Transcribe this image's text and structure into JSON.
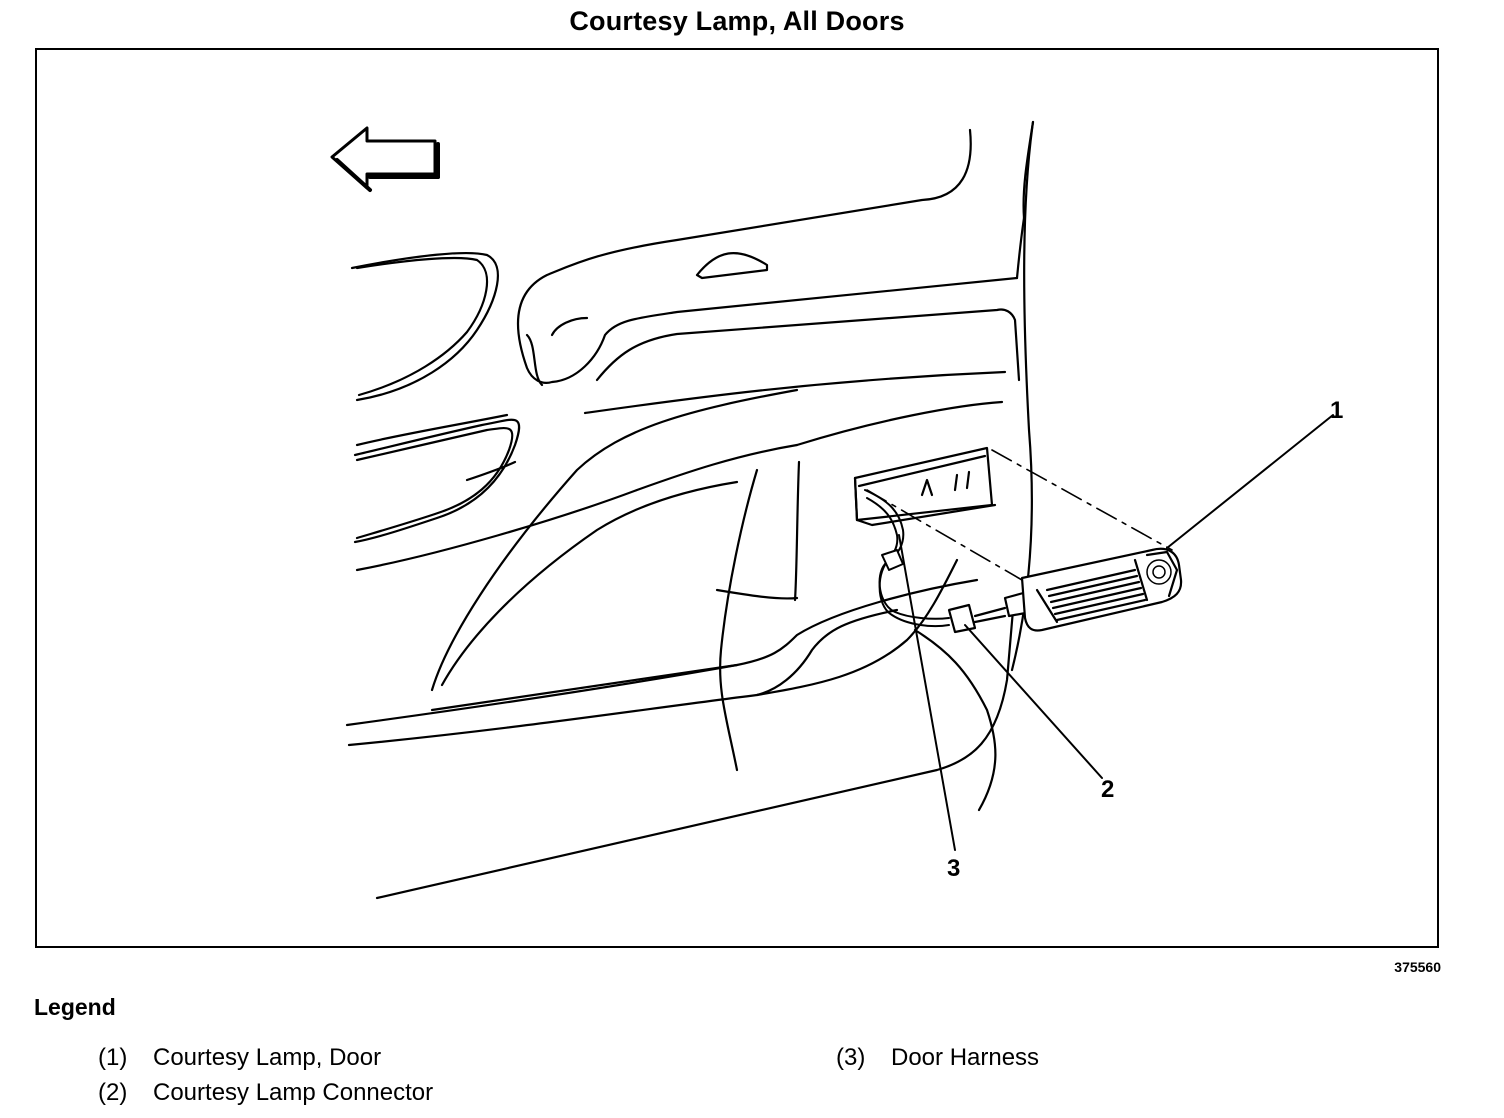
{
  "title": "Courtesy Lamp, All Doors",
  "figure_id": "375560",
  "callouts": [
    "1",
    "2",
    "3"
  ],
  "legend": {
    "heading": "Legend",
    "items": [
      {
        "num": "(1)",
        "label": "Courtesy Lamp, Door"
      },
      {
        "num": "(2)",
        "label": "Courtesy Lamp Connector"
      },
      {
        "num": "(3)",
        "label": "Door Harness"
      }
    ]
  },
  "icons": {
    "direction_arrow": "arrow-left-icon"
  }
}
